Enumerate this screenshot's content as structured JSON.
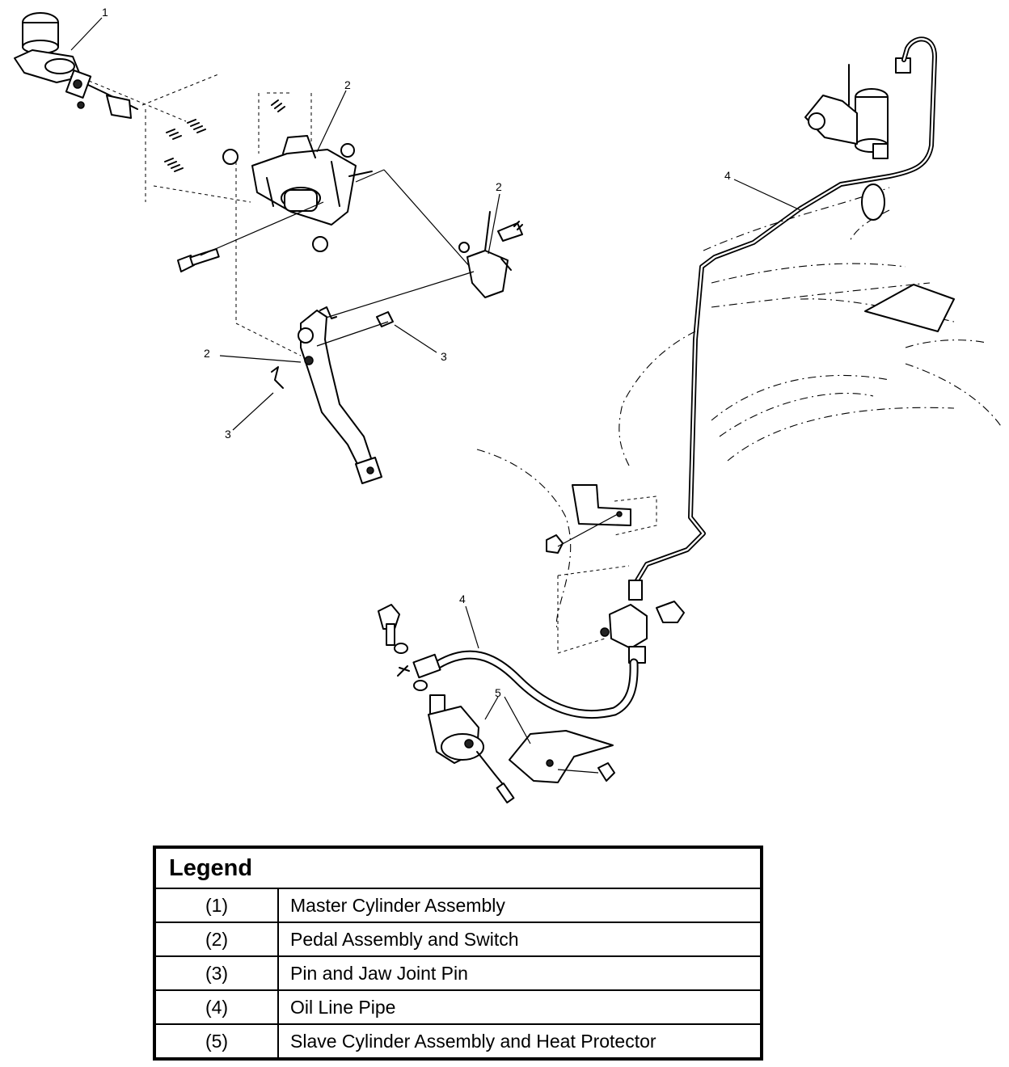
{
  "callouts": {
    "c1": "1",
    "c2a": "2",
    "c2b": "2",
    "c2c": "2",
    "c3a": "3",
    "c3b": "3",
    "c4a": "4",
    "c4b": "4",
    "c5": "5"
  },
  "legend": {
    "title": "Legend",
    "rows": [
      {
        "code": "(1)",
        "label": "Master Cylinder Assembly"
      },
      {
        "code": "(2)",
        "label": "Pedal Assembly and Switch"
      },
      {
        "code": "(3)",
        "label": "Pin and Jaw Joint Pin"
      },
      {
        "code": "(4)",
        "label": "Oil Line Pipe"
      },
      {
        "code": "(5)",
        "label": "Slave Cylinder Assembly and Heat Protector"
      }
    ]
  }
}
